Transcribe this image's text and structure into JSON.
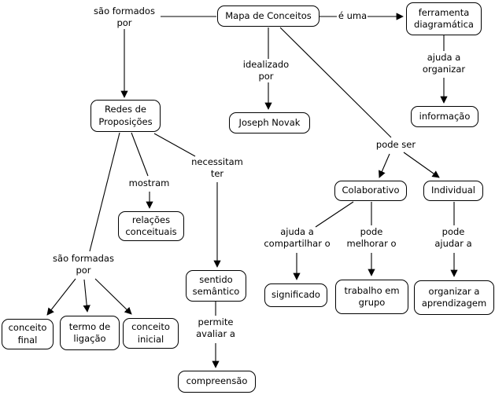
{
  "colors": {
    "background": "#ffffff",
    "node_fill": "#ffffff",
    "node_border": "#000000",
    "line": "#000000",
    "text": "#000000"
  },
  "concept_map": {
    "nodes": [
      {
        "id": "mapa-de-conceitos",
        "label": "Mapa de Conceitos"
      },
      {
        "id": "ferramenta-diagramatica",
        "label": "ferramenta\ndiagramática"
      },
      {
        "id": "informacao",
        "label": "informação"
      },
      {
        "id": "redes-de-proposicoes",
        "label": "Redes de\nProposições"
      },
      {
        "id": "joseph-novak",
        "label": "Joseph Novak"
      },
      {
        "id": "relacoes-conceituais",
        "label": "relações\nconceituais"
      },
      {
        "id": "colaborativo",
        "label": "Colaborativo"
      },
      {
        "id": "individual",
        "label": "Individual"
      },
      {
        "id": "sentido-semantico",
        "label": "sentido\nsemântico"
      },
      {
        "id": "significado",
        "label": "significado"
      },
      {
        "id": "trabalho-em-grupo",
        "label": "trabalho em\ngrupo"
      },
      {
        "id": "organizar-a-aprendizagem",
        "label": "organizar a\naprendizagem"
      },
      {
        "id": "conceito-final",
        "label": "conceito\nfinal"
      },
      {
        "id": "termo-de-ligacao",
        "label": "termo de\nligação"
      },
      {
        "id": "conceito-inicial",
        "label": "conceito\ninicial"
      },
      {
        "id": "compreensao",
        "label": "compreensão"
      }
    ],
    "link_labels": [
      {
        "id": "sao-formados-por",
        "label": "são formados\npor"
      },
      {
        "id": "e-uma",
        "label": "é uma"
      },
      {
        "id": "idealizado-por",
        "label": "idealizado\npor"
      },
      {
        "id": "ajuda-a-organizar",
        "label": "ajuda a\norganizar"
      },
      {
        "id": "pode-ser",
        "label": "pode ser"
      },
      {
        "id": "mostram",
        "label": "mostram"
      },
      {
        "id": "necessitam-ter",
        "label": "necessitam\nter"
      },
      {
        "id": "sao-formadas-por",
        "label": "são formadas\npor"
      },
      {
        "id": "ajuda-a-compartilhar-o",
        "label": "ajuda a\ncompartilhar o"
      },
      {
        "id": "pode-melhorar-o",
        "label": "pode\nmelhorar o"
      },
      {
        "id": "pode-ajudar-a",
        "label": "pode\najudar a"
      },
      {
        "id": "permite-avaliar-a",
        "label": "permite\navaliar a"
      }
    ]
  }
}
